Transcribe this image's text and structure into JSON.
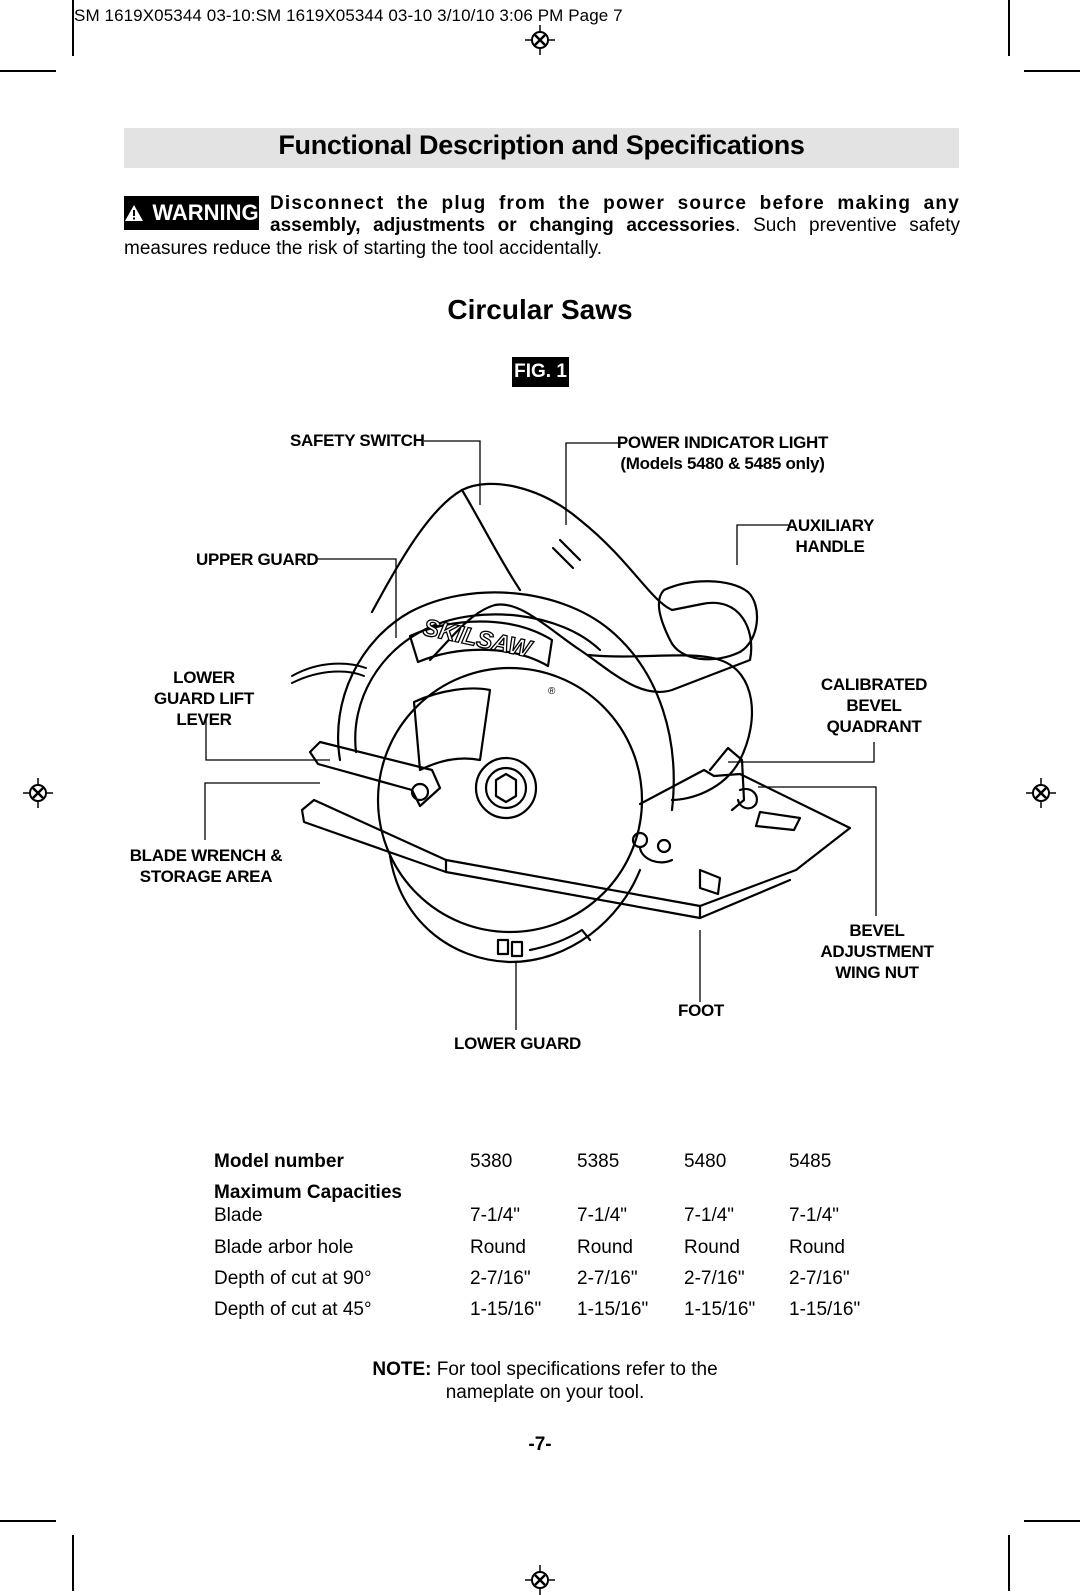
{
  "header": {
    "slug": "SM 1619X05344 03-10:SM 1619X05344 03-10  3/10/10  3:06 PM  Page 7"
  },
  "title": "Functional Description and Specifications",
  "warning": {
    "badge": "WARNING",
    "line1": "Disconnect the plug from the power source before making any",
    "line2_bold": "assembly, adjustments or changing accessories",
    "line2_rest": ". Such preventive safety",
    "line3": "measures reduce the risk of starting the tool accidentally."
  },
  "section_title": "Circular Saws",
  "figure": {
    "badge": "FIG. 1",
    "brand": "SKILSAW",
    "callouts": {
      "safety_switch": "SAFETY SWITCH",
      "power_light": "POWER INDICATOR LIGHT",
      "power_light_note": "(Models 5480 & 5485 only)",
      "aux_handle_1": "AUXILIARY",
      "aux_handle_2": "HANDLE",
      "upper_guard": "UPPER GUARD",
      "lower_lever_1": "LOWER",
      "lower_lever_2": "GUARD LIFT",
      "lower_lever_3": "LEVER",
      "bevel_quad_1": "CALIBRATED",
      "bevel_quad_2": "BEVEL",
      "bevel_quad_3": "QUADRANT",
      "wrench_1": "BLADE WRENCH &",
      "wrench_2": "STORAGE AREA",
      "wingnut_1": "BEVEL",
      "wingnut_2": "ADJUSTMENT",
      "wingnut_3": "WING NUT",
      "foot": "FOOT",
      "lower_guard": "LOWER GUARD"
    }
  },
  "specs": {
    "header_label": "Model number",
    "models": [
      "5380",
      "5385",
      "5480",
      "5485"
    ],
    "group_label": "Maximum Capacities",
    "rows": [
      {
        "label": "Blade",
        "values": [
          "7-1/4\"",
          "7-1/4\"",
          "7-1/4\"",
          "7-1/4\""
        ]
      },
      {
        "label": "Blade arbor hole",
        "values": [
          "Round",
          "Round",
          "Round",
          "Round"
        ]
      },
      {
        "label": "Depth of cut at 90°",
        "values": [
          "2-7/16\"",
          "2-7/16\"",
          "2-7/16\"",
          "2-7/16\""
        ]
      },
      {
        "label": "Depth of cut at 45°",
        "values": [
          "1-15/16\"",
          "1-15/16\"",
          "1-15/16\"",
          "1-15/16\""
        ]
      }
    ]
  },
  "note": {
    "bold": "NOTE:",
    "line1": " For tool specifications refer to the",
    "line2": "nameplate on your tool."
  },
  "page_number": "-7-"
}
